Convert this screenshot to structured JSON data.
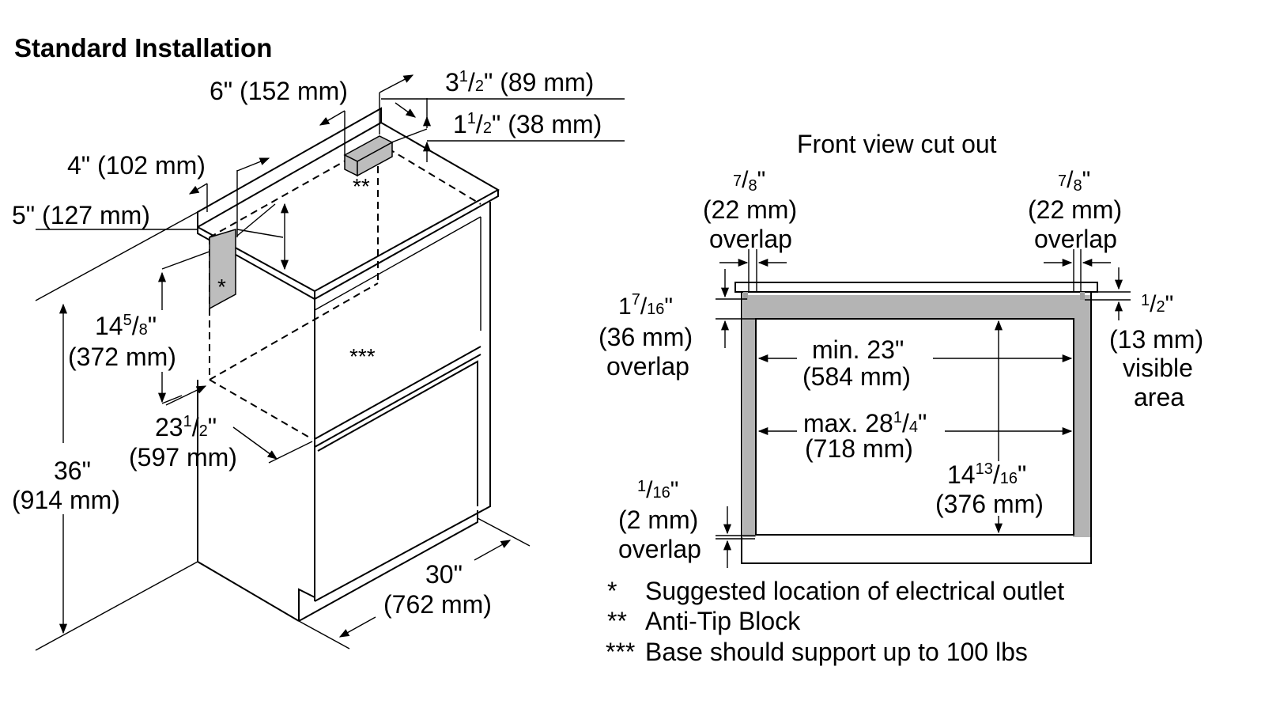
{
  "title": "Standard Installation",
  "iso": {
    "dim_6in": "6\" (152 mm)",
    "dim_3half": {
      "whole": "3",
      "num": "1",
      "den": "2",
      "rest": "\" (89 mm)"
    },
    "dim_1half": {
      "whole": "1",
      "num": "1",
      "den": "2",
      "rest": "\" (38 mm)"
    },
    "dim_4in": "4\" (102 mm)",
    "dim_5in": "5\" (127 mm)",
    "dim_14_58": {
      "whole": "14",
      "num": "5",
      "den": "8",
      "rest": "\"",
      "mm": "(372 mm)"
    },
    "dim_23_12": {
      "whole": "23",
      "num": "1",
      "den": "2",
      "rest": "\"",
      "mm": "(597 mm)"
    },
    "dim_36": {
      "inch": "36\"",
      "mm": "(914 mm)"
    },
    "dim_30": {
      "inch": "30\"",
      "mm": "(762 mm)"
    },
    "mark_outlet": "*",
    "mark_antitip": "**",
    "mark_base": "***"
  },
  "front": {
    "title": "Front view cut out",
    "left_overlap": {
      "num": "7",
      "den": "8",
      "rest": "\"",
      "mm": "(22 mm)",
      "word": "overlap"
    },
    "right_overlap": {
      "num": "7",
      "den": "8",
      "rest": "\"",
      "mm": "(22 mm)",
      "word": "overlap"
    },
    "side_overlap": {
      "whole": "1",
      "num": "7",
      "den": "16",
      "rest": "\"",
      "mm": "(36 mm)",
      "word": "overlap"
    },
    "visible": {
      "num": "1",
      "den": "2",
      "rest": "\"",
      "mm": "(13 mm)",
      "word1": "visible",
      "word2": "area"
    },
    "bottom_overlap": {
      "num": "1",
      "den": "16",
      "rest": "\"",
      "mm": "(2 mm)",
      "word": "overlap"
    },
    "min_width": {
      "line1": "min. 23\"",
      "mm": "(584 mm)"
    },
    "max_width": {
      "prefix": "max. 28",
      "num": "1",
      "den": "4",
      "rest": "\"",
      "mm": "(718 mm)"
    },
    "height": {
      "whole": "14",
      "num": "13",
      "den": "16",
      "rest": "\"",
      "mm": "(376 mm)"
    }
  },
  "legend": [
    {
      "mark": "*",
      "text": "Suggested location of electrical outlet"
    },
    {
      "mark": "**",
      "text": "Anti-Tip Block"
    },
    {
      "mark": "***",
      "text": "Base should support up to 100 lbs"
    }
  ]
}
